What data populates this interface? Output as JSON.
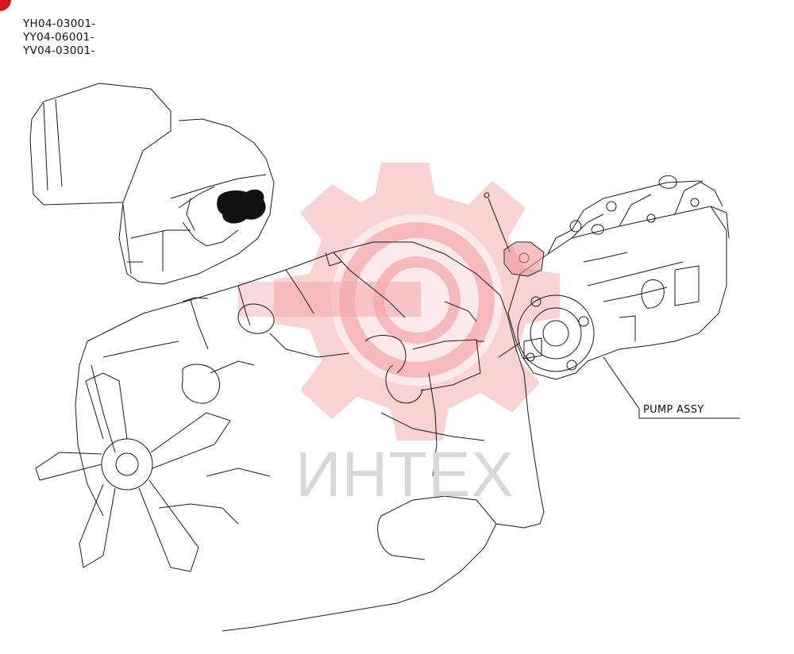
{
  "serial_ranges": [
    "YH04-03001-",
    "YY04-06001-",
    "YV04-03001-"
  ],
  "callouts": {
    "pump_assy": "PUMP ASSY"
  },
  "watermark": {
    "text": "ИНТЕХ",
    "color": "#f4a4a6"
  },
  "colors": {
    "line": "#1a1a1a",
    "badge": "#d8141f"
  }
}
